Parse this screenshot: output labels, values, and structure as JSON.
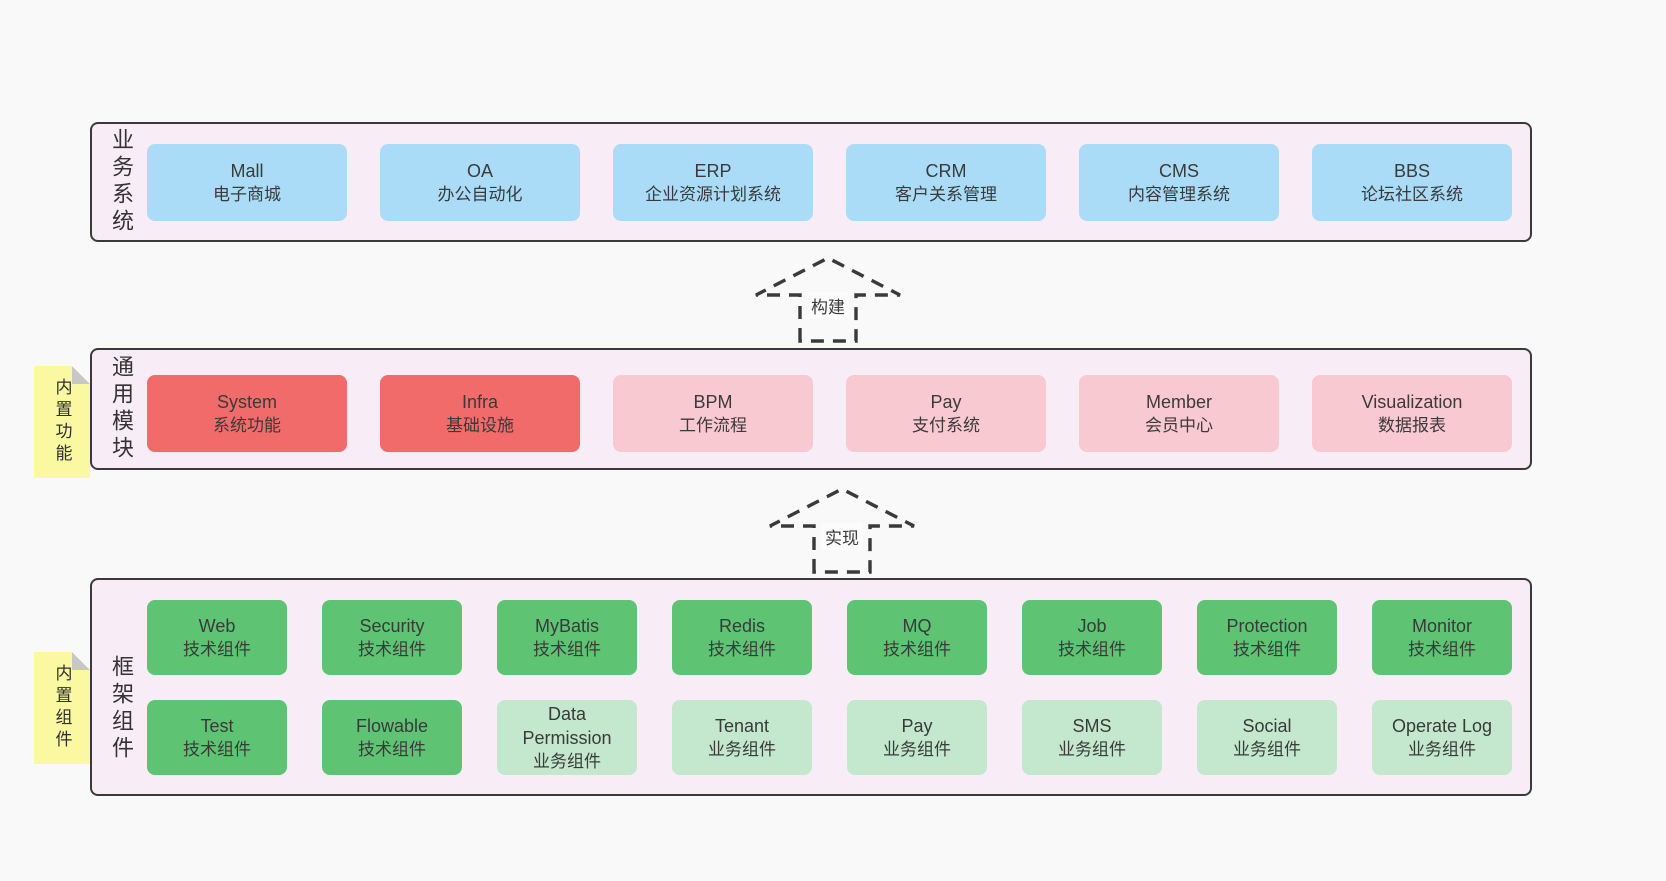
{
  "diagram": {
    "layers": {
      "business": {
        "title": "业务系统",
        "boxes": [
          {
            "name": "Mall",
            "desc": "电子商城"
          },
          {
            "name": "OA",
            "desc": "办公自动化"
          },
          {
            "name": "ERP",
            "desc": "企业资源计划系统"
          },
          {
            "name": "CRM",
            "desc": "客户关系管理"
          },
          {
            "name": "CMS",
            "desc": "内容管理系统"
          },
          {
            "name": "BBS",
            "desc": "论坛社区系统"
          }
        ]
      },
      "modules": {
        "title": "通用模块",
        "note": "内置功能",
        "boxes": [
          {
            "name": "System",
            "desc": "系统功能"
          },
          {
            "name": "Infra",
            "desc": "基础设施"
          },
          {
            "name": "BPM",
            "desc": "工作流程"
          },
          {
            "name": "Pay",
            "desc": "支付系统"
          },
          {
            "name": "Member",
            "desc": "会员中心"
          },
          {
            "name": "Visualization",
            "desc": "数据报表"
          }
        ]
      },
      "components": {
        "title": "框架组件",
        "note": "内置组件",
        "row1": [
          {
            "name": "Web",
            "desc": "技术组件"
          },
          {
            "name": "Security",
            "desc": "技术组件"
          },
          {
            "name": "MyBatis",
            "desc": "技术组件"
          },
          {
            "name": "Redis",
            "desc": "技术组件"
          },
          {
            "name": "MQ",
            "desc": "技术组件"
          },
          {
            "name": "Job",
            "desc": "技术组件"
          },
          {
            "name": "Protection",
            "desc": "技术组件"
          },
          {
            "name": "Monitor",
            "desc": "技术组件"
          }
        ],
        "row2": [
          {
            "name": "Test",
            "desc": "技术组件"
          },
          {
            "name": "Flowable",
            "desc": "技术组件"
          },
          {
            "name": "Data Permission",
            "desc": "业务组件"
          },
          {
            "name": "Tenant",
            "desc": "业务组件"
          },
          {
            "name": "Pay",
            "desc": "业务组件"
          },
          {
            "name": "SMS",
            "desc": "业务组件"
          },
          {
            "name": "Social",
            "desc": "业务组件"
          },
          {
            "name": "Operate Log",
            "desc": "业务组件"
          }
        ]
      }
    },
    "arrows": [
      {
        "label": "构建"
      },
      {
        "label": "实现"
      }
    ],
    "colors": {
      "page_bg": "#f9f9f9",
      "container_bg": "#f8edf6",
      "container_border": "#3a3a3a",
      "blue_box": "#abdcf7",
      "red_box": "#f26b6b",
      "pink_box": "#f9c9d2",
      "green_dark_box": "#5ec474",
      "green_light_box": "#c3e8cd",
      "note_bg": "#fbf8a2",
      "note_fold": "#c7c7c7",
      "text": "#3a3a3a"
    }
  }
}
